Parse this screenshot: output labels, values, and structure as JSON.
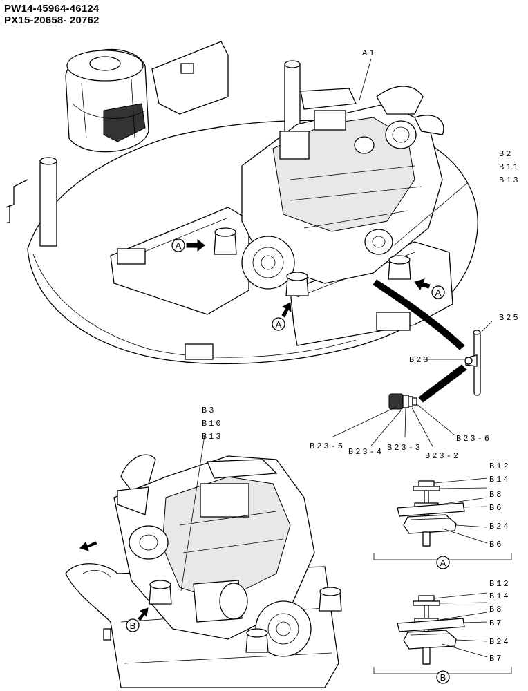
{
  "header": {
    "serial_lines": [
      "PW14-45964-46124",
      "PX15-20658- 20762"
    ]
  },
  "view_markers": {
    "a": "A",
    "b": "B"
  },
  "callouts": {
    "a1": "A1",
    "b2": "B2",
    "b11": "B11",
    "b13_top": "B13",
    "b25": "B25",
    "b23": "B23",
    "b23_5": "B23-5",
    "b23_4": "B23-4",
    "b23_3": "B23-3",
    "b23_2": "B23-2",
    "b23_6": "B23-6",
    "b3": "B3",
    "b10": "B10",
    "b13_bottom": "B13",
    "a_b12": "B12",
    "a_b14": "B14",
    "a_b8": "B8",
    "a_b6_1": "B6",
    "a_b24": "B24",
    "a_b6_2": "B6",
    "b_b12": "B12",
    "b_b14": "B14",
    "b_b8": "B8",
    "b_b7_1": "B7",
    "b_b24": "B24",
    "b_b7_2": "B7"
  }
}
